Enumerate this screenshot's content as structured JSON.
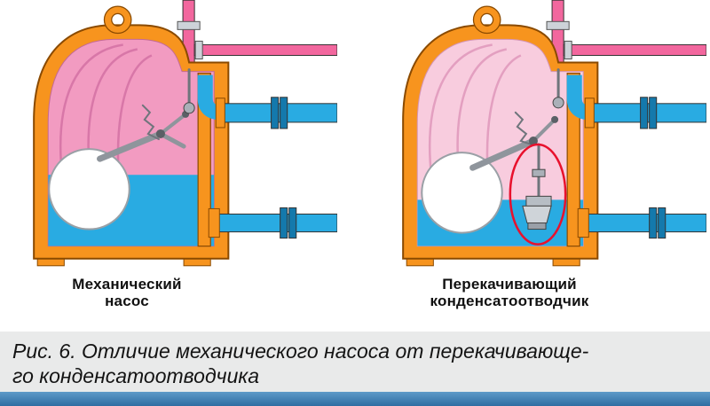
{
  "figure": {
    "left_label": {
      "line1": "Механический",
      "line2": "насос"
    },
    "right_label": {
      "line1": "Перекачивающий",
      "line2": "конденсатоотводчик"
    },
    "caption": {
      "line1": "Рис. 6. Отличие механического насоса от перекачивающе-",
      "line2": "го конденсатоотводчика"
    }
  },
  "colors": {
    "casing_orange": "#F7941E",
    "casing_outline": "#8A4A00",
    "chamber_pink_left": "#F29BC1",
    "chamber_pink_right": "#F8CCDE",
    "steam_pipe_pink": "#F2679E",
    "condensate_cyan": "#29ABE2",
    "flange_blue": "#1479AC",
    "float_white": "#FFFFFF",
    "linkage_gray": "#9AA0A8",
    "highlight_red": "#E8112D",
    "caption_background": "#E9EAEA",
    "footer_blue": "#2F6DA2"
  }
}
